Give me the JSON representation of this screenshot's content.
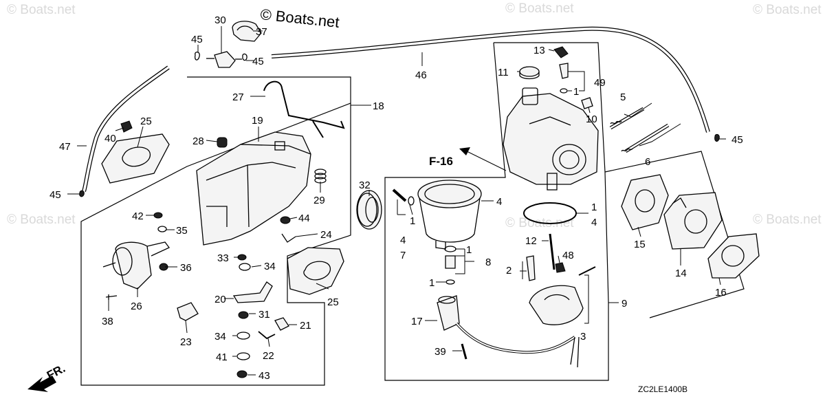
{
  "watermark": {
    "main": "© Boats.net",
    "faint": "© Boats.net"
  },
  "diagram_code": "ZC2LE1400B",
  "reference_label": "F-16",
  "direction_label": "FR.",
  "callouts": [
    {
      "id": "c1a",
      "label": "1"
    },
    {
      "id": "c1b",
      "label": "1"
    },
    {
      "id": "c1c",
      "label": "1"
    },
    {
      "id": "c1d",
      "label": "1"
    },
    {
      "id": "c1e",
      "label": "1"
    },
    {
      "id": "c2",
      "label": "2"
    },
    {
      "id": "c3",
      "label": "3"
    },
    {
      "id": "c4a",
      "label": "4"
    },
    {
      "id": "c4b",
      "label": "4"
    },
    {
      "id": "c4c",
      "label": "4"
    },
    {
      "id": "c5",
      "label": "5"
    },
    {
      "id": "c6",
      "label": "6"
    },
    {
      "id": "c7",
      "label": "7"
    },
    {
      "id": "c8",
      "label": "8"
    },
    {
      "id": "c9",
      "label": "9"
    },
    {
      "id": "c10",
      "label": "10"
    },
    {
      "id": "c11",
      "label": "11"
    },
    {
      "id": "c12",
      "label": "12"
    },
    {
      "id": "c13",
      "label": "13"
    },
    {
      "id": "c14",
      "label": "14"
    },
    {
      "id": "c15",
      "label": "15"
    },
    {
      "id": "c16",
      "label": "16"
    },
    {
      "id": "c17",
      "label": "17"
    },
    {
      "id": "c18",
      "label": "18"
    },
    {
      "id": "c19",
      "label": "19"
    },
    {
      "id": "c20",
      "label": "20"
    },
    {
      "id": "c21",
      "label": "21"
    },
    {
      "id": "c22",
      "label": "22"
    },
    {
      "id": "c23",
      "label": "23"
    },
    {
      "id": "c24",
      "label": "24"
    },
    {
      "id": "c25a",
      "label": "25"
    },
    {
      "id": "c25b",
      "label": "25"
    },
    {
      "id": "c26",
      "label": "26"
    },
    {
      "id": "c27",
      "label": "27"
    },
    {
      "id": "c28",
      "label": "28"
    },
    {
      "id": "c29",
      "label": "29"
    },
    {
      "id": "c30",
      "label": "30"
    },
    {
      "id": "c31",
      "label": "31"
    },
    {
      "id": "c32",
      "label": "32"
    },
    {
      "id": "c33",
      "label": "33"
    },
    {
      "id": "c34a",
      "label": "34"
    },
    {
      "id": "c34b",
      "label": "34"
    },
    {
      "id": "c35",
      "label": "35"
    },
    {
      "id": "c36",
      "label": "36"
    },
    {
      "id": "c37",
      "label": "37"
    },
    {
      "id": "c38",
      "label": "38"
    },
    {
      "id": "c39",
      "label": "39"
    },
    {
      "id": "c40",
      "label": "40"
    },
    {
      "id": "c41",
      "label": "41"
    },
    {
      "id": "c42",
      "label": "42"
    },
    {
      "id": "c43",
      "label": "43"
    },
    {
      "id": "c44",
      "label": "44"
    },
    {
      "id": "c45a",
      "label": "45"
    },
    {
      "id": "c45b",
      "label": "45"
    },
    {
      "id": "c45c",
      "label": "45"
    },
    {
      "id": "c45d",
      "label": "45"
    },
    {
      "id": "c46",
      "label": "46"
    },
    {
      "id": "c47",
      "label": "47"
    },
    {
      "id": "c48",
      "label": "48"
    },
    {
      "id": "c49",
      "label": "49"
    }
  ]
}
